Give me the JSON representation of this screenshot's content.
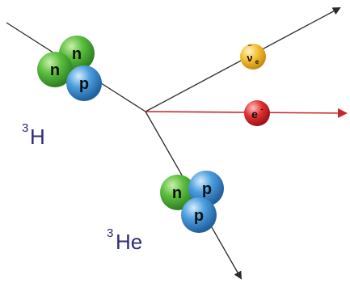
{
  "labels": {
    "tritium_super": "3",
    "tritium_main": "H",
    "helium_super": "3",
    "helium_main": "He"
  },
  "tritium_nucleons": [
    "n",
    "n",
    "p"
  ],
  "helium_nucleons": [
    "n",
    "p",
    "p"
  ],
  "antineutrino": {
    "symbol": "ν",
    "subscript": "e",
    "bar": "‾"
  },
  "electron": {
    "symbol": "e",
    "superscript": "-"
  },
  "colors": {
    "neutron": "#4caf3a",
    "proton": "#3f93d6",
    "antineutrino": "#f0b72a",
    "electron": "#d8262b",
    "line": "#2b2b2b",
    "electron_line": "#c7252a",
    "label": "#2e2a7a"
  }
}
